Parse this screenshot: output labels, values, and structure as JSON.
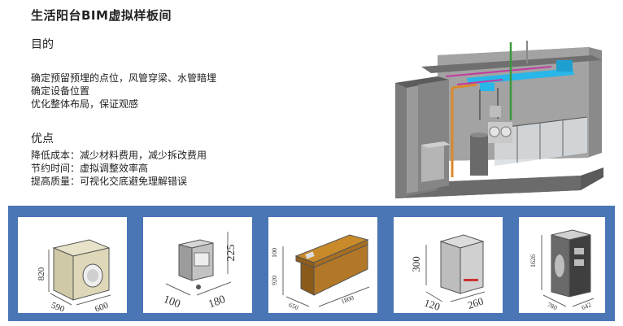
{
  "header": {
    "title": "生活阳台BIM虚拟样板间"
  },
  "purpose": {
    "heading": "目的",
    "lines": [
      "确定预留预埋的点位，风管穿梁、水管暗埋",
      "确定设备位置",
      "优化整体布局，保证观感"
    ]
  },
  "advantages": {
    "heading": "优点",
    "lines": [
      "降低成本：减少材料费用，减少拆改费用",
      "节约时间：虚拟调整效率高",
      "提高质量：可视化交底避免理解错误"
    ]
  },
  "colors": {
    "strip": "#4a76b5",
    "duct": "#29b6e8",
    "pipe_magenta": "#c23aa0",
    "pipe_orange": "#d98a2b",
    "pipe_green": "#3a9a3a"
  },
  "equipment": [
    {
      "name": "washing-machine",
      "dims": [
        "820",
        "590",
        "600"
      ]
    },
    {
      "name": "water-purifier",
      "dims": [
        "225",
        "100",
        "180"
      ]
    },
    {
      "name": "sink-cabinet",
      "dims": [
        "100",
        "920",
        "650",
        "1800"
      ]
    },
    {
      "name": "boiler",
      "dims": [
        "300",
        "120",
        "260"
      ]
    },
    {
      "name": "water-heater",
      "dims": [
        "1626",
        "780",
        "642"
      ]
    }
  ]
}
